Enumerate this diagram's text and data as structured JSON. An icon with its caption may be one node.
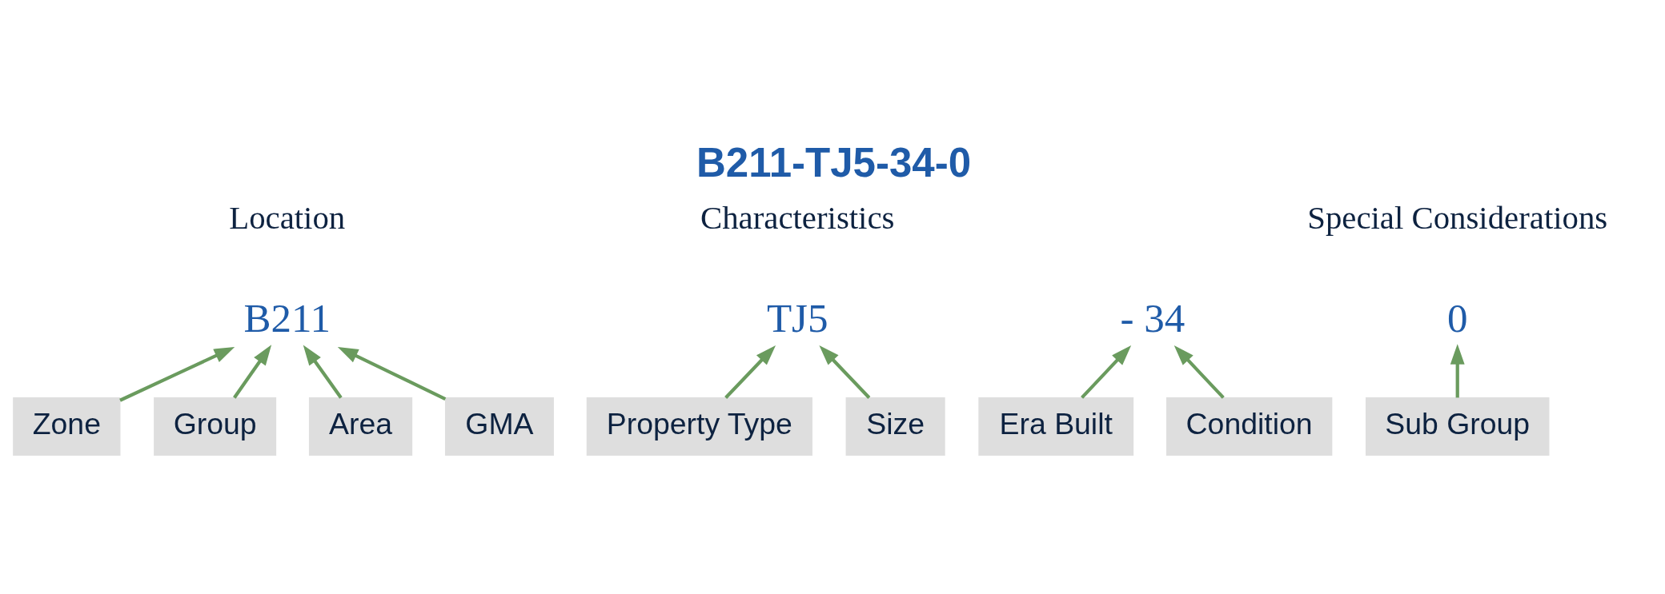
{
  "diagram": {
    "title": "B211-TJ5-34-0",
    "nodes": [
      {
        "text": [
          "B211"
        ]
      },
      {
        "text": [
          "TJ5"
        ]
      },
      {
        "text": [
          "- 34"
        ]
      },
      {
        "text": [
          "0"
        ]
      },
      {
        "text": [
          "Zone"
        ]
      },
      {
        "text": [
          "Group"
        ]
      },
      {
        "text": [
          "Area"
        ]
      },
      {
        "text": [
          "GMA"
        ]
      },
      {
        "text": [
          "Property Type"
        ]
      },
      {
        "text": [
          "Size"
        ]
      },
      {
        "text": [
          "Era Built"
        ]
      },
      {
        "text": [
          "Condition"
        ]
      },
      {
        "text": [
          "Sub Group"
        ]
      }
    ],
    "edges": [
      {
        "from": 4,
        "to": 0,
        "arrow": "to"
      },
      {
        "from": 5,
        "to": 0,
        "arrow": "to"
      },
      {
        "from": 6,
        "to": 0,
        "arrow": "to"
      },
      {
        "from": 7,
        "to": 0,
        "arrow": "to"
      },
      {
        "from": 8,
        "to": 1,
        "arrow": "to"
      },
      {
        "from": 9,
        "to": 1,
        "arrow": "to"
      },
      {
        "from": 10,
        "to": 2,
        "arrow": "to"
      },
      {
        "from": 11,
        "to": 2,
        "arrow": "to"
      },
      {
        "from": 12,
        "to": 3,
        "arrow": "to"
      }
    ],
    "labels": [
      "Location",
      "Characteristics",
      "Special Considerations"
    ]
  }
}
